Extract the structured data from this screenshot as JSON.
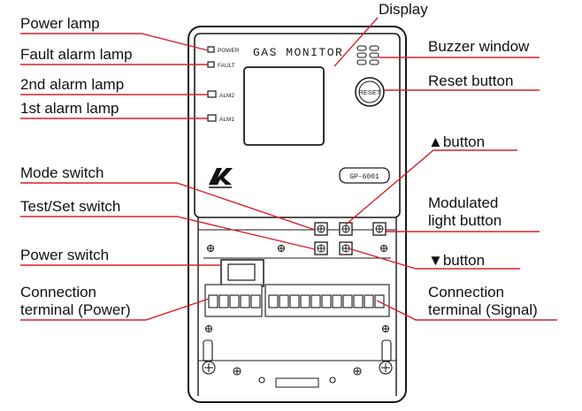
{
  "device": {
    "title": "GAS MONITOR",
    "model": "GP-6001",
    "indicator_labels": {
      "power": "POWER",
      "fault": "FAULT",
      "alm2": "ALM2",
      "alm1": "ALM1"
    },
    "reset_label": "RESET"
  },
  "callouts": {
    "power_lamp": "Power lamp",
    "fault_alarm_lamp": "Fault alarm lamp",
    "second_alarm_lamp": "2nd alarm lamp",
    "first_alarm_lamp": "1st alarm lamp",
    "mode_switch": "Mode switch",
    "test_set_switch": "Test/Set switch",
    "power_switch": "Power switch",
    "connection_power_line1": "Connection",
    "connection_power_line2": "terminal (Power)",
    "display": "Display",
    "buzzer_window": "Buzzer window",
    "reset_button": "Reset button",
    "up_button": "▲button",
    "modulated_line1": "Modulated",
    "modulated_line2": "light button",
    "down_button": "▼button",
    "connection_signal_line1": "Connection",
    "connection_signal_line2": "terminal (Signal)"
  },
  "colors": {
    "leader": "#d8202a",
    "outline": "#1a1a1a",
    "logo": "#111111"
  }
}
